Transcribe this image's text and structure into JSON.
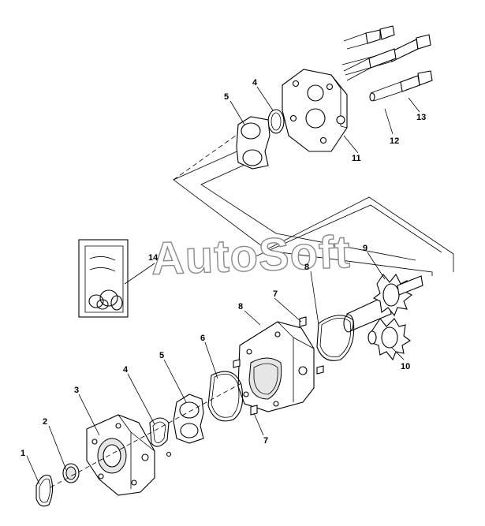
{
  "watermark": "AutoSoft",
  "callouts": {
    "c1": "1",
    "c2": "2",
    "c3": "3",
    "c4a": "4",
    "c4b": "4",
    "c5a": "5",
    "c5b": "5",
    "c6": "6",
    "c7a": "7",
    "c7b": "7",
    "c8a": "8",
    "c8b": "8",
    "c9": "9",
    "c10": "10",
    "c11": "11",
    "c12": "12",
    "c13": "13",
    "c14": "14"
  }
}
